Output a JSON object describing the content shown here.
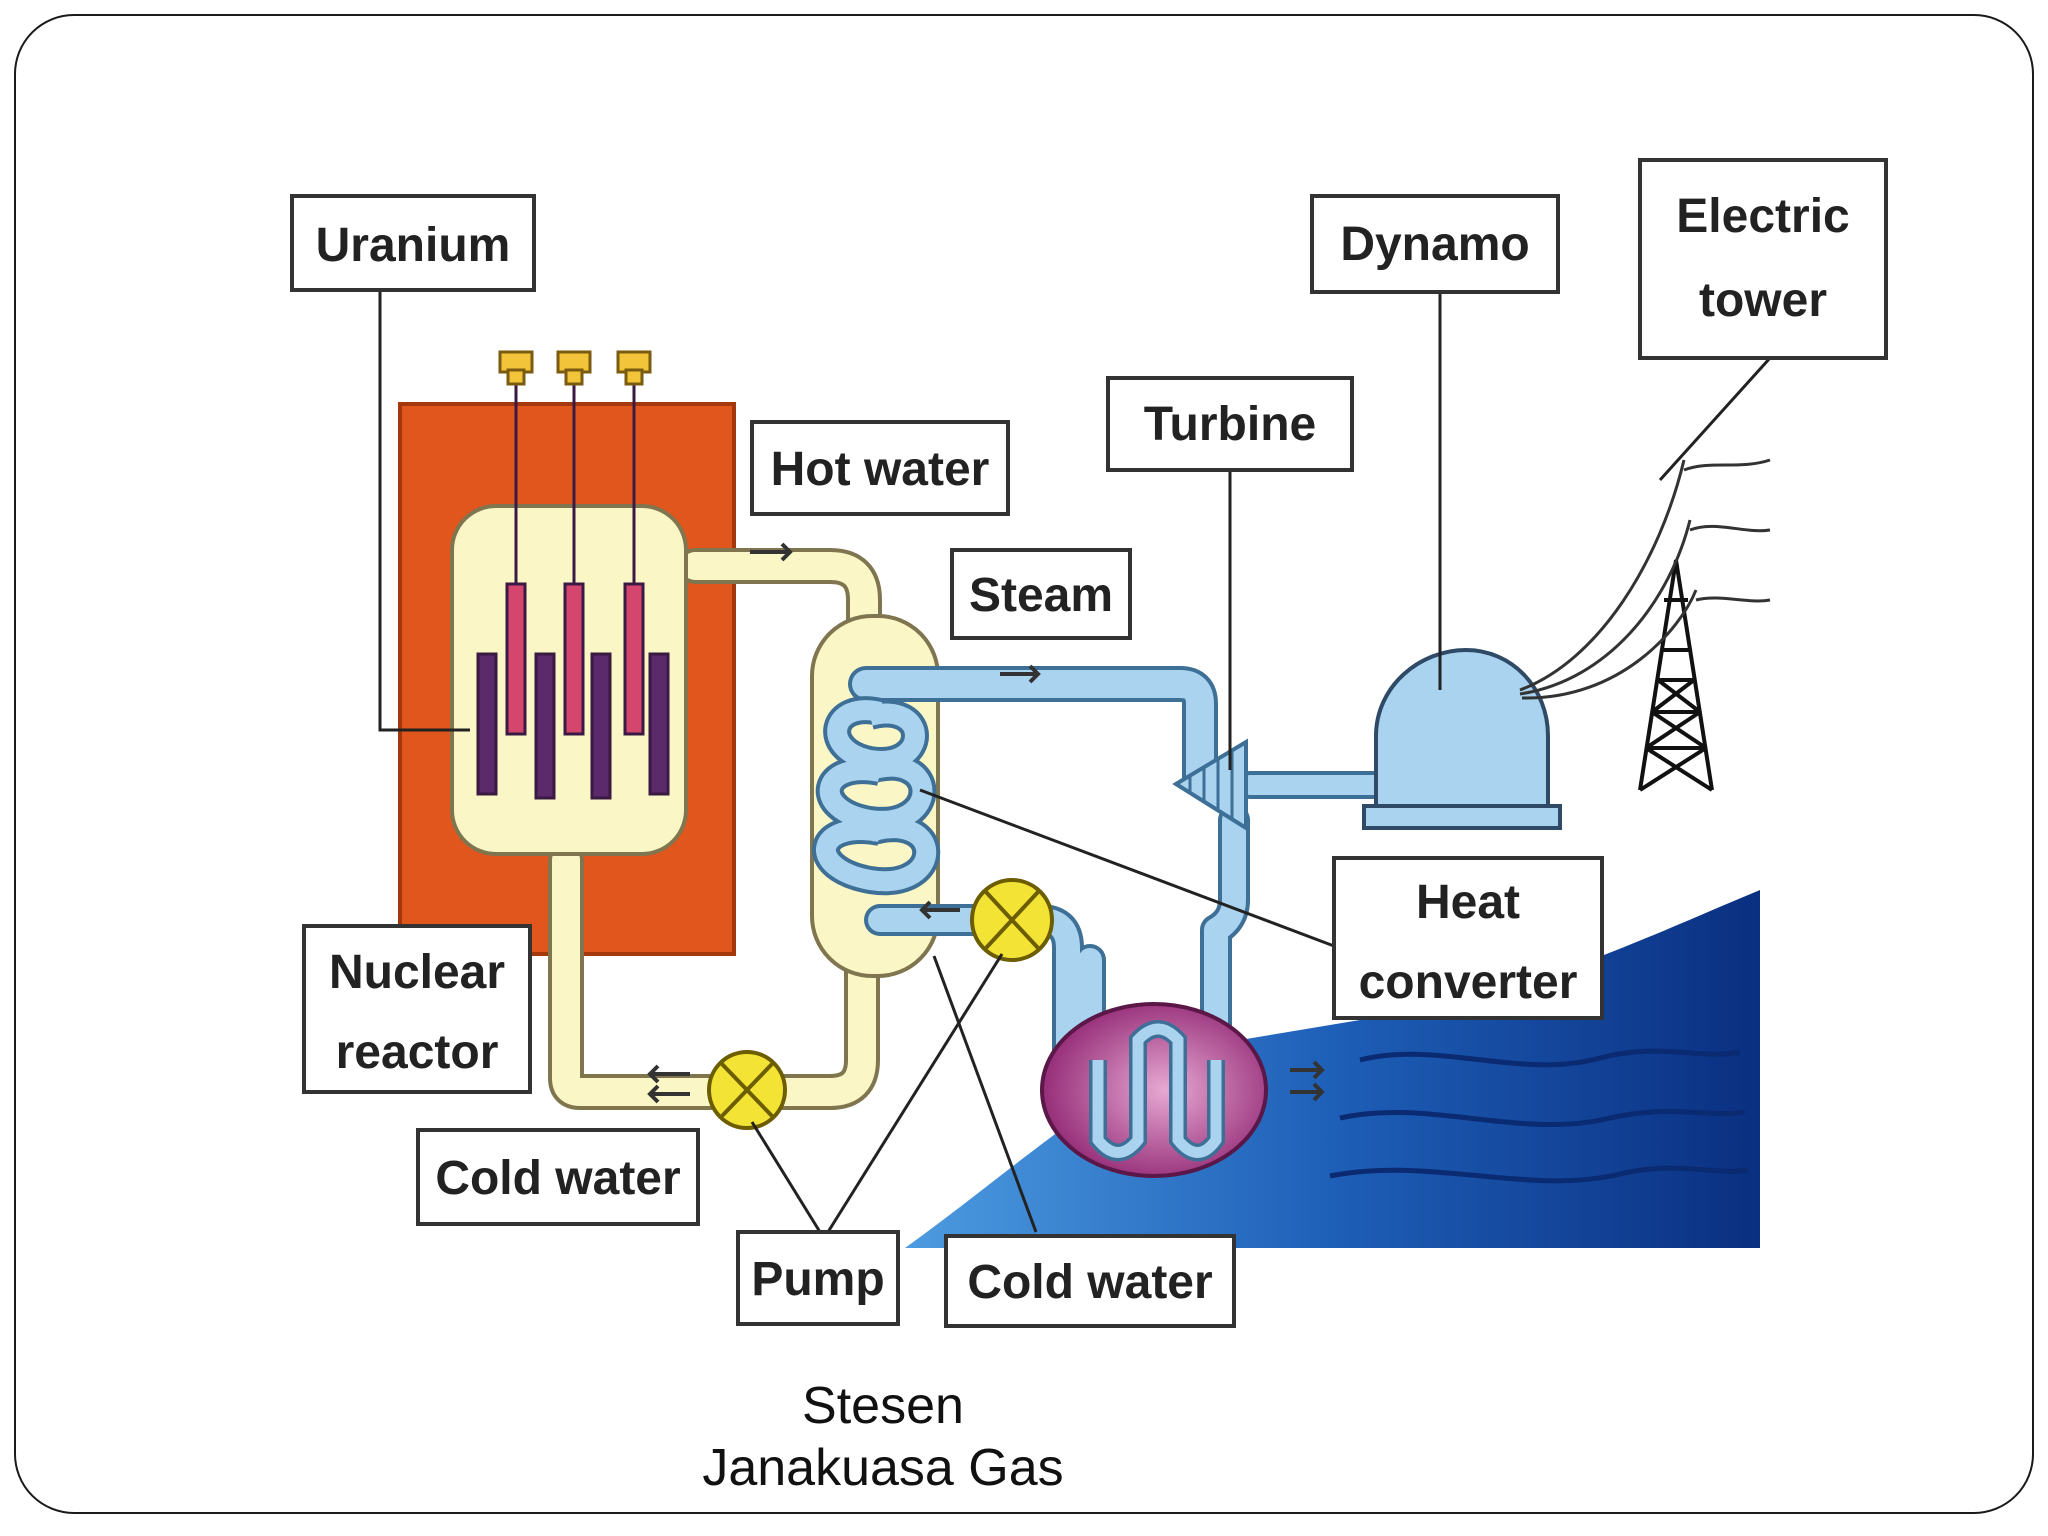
{
  "labels": {
    "uranium": "Uranium",
    "hot_water": "Hot water",
    "steam": "Steam",
    "turbine": "Turbine",
    "dynamo": "Dynamo",
    "electric_tower_l1": "Electric",
    "electric_tower_l2": "tower",
    "heat_converter_l1": "Heat",
    "heat_converter_l2": "converter",
    "nuclear_reactor_l1": "Nuclear",
    "nuclear_reactor_l2": "reactor",
    "cold_water_left": "Cold water",
    "pump": "Pump",
    "cold_water_right": "Cold water"
  },
  "caption": {
    "line1": "Stesen",
    "line2": "Janakuasa Gas"
  },
  "colors": {
    "reactor_shield": "#e0561c",
    "reactor_core": "#fbf6c6",
    "hot_pipe": "#fbf6c6",
    "steam_pipe": "#a9d3ef",
    "pump": "#f2e335",
    "sea_dark": "#0c3d8f",
    "sea_light": "#3c8ad8",
    "condenser": "#a3307e",
    "rod_control": "#d4466e",
    "rod_fuel": "#5a2a6b"
  }
}
